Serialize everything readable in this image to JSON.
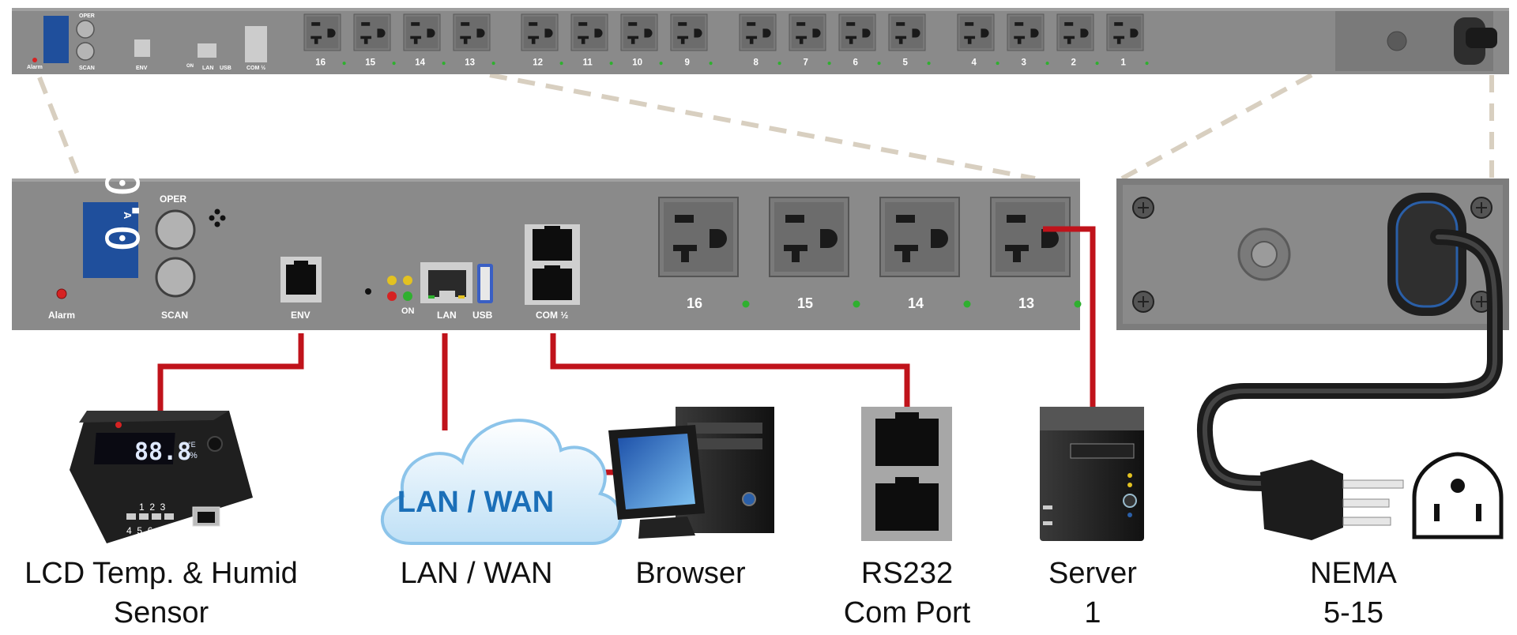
{
  "top_panel": {
    "labels": {
      "oper": "OPER",
      "scan": "SCAN",
      "alarm": "Alarm",
      "env": "ENV",
      "on": "ON",
      "lan": "LAN",
      "usb": "USB",
      "com": "COM ½"
    },
    "outlet_numbers": [
      "16",
      "15",
      "14",
      "13",
      "12",
      "11",
      "10",
      "9",
      "8",
      "7",
      "6",
      "5",
      "4",
      "3",
      "2",
      "1"
    ]
  },
  "front_panel": {
    "display_value": "0.0",
    "display_unit": "A",
    "oper_label": "OPER",
    "scan_label": "SCAN",
    "alarm_label": "Alarm",
    "env_label": "ENV",
    "on_label": "ON",
    "lan_label": "LAN",
    "usb_label": "USB",
    "com_label": "COM ½",
    "outlets": [
      "16",
      "15",
      "14",
      "13"
    ]
  },
  "devices": {
    "sensor": {
      "display": "88.8",
      "unit_e": "°E",
      "unit_pct": "%",
      "port_numbers_top": "1  2  3",
      "port_numbers_bottom": "4  5  6",
      "label_line1": "LCD Temp. & Humid",
      "label_line2": "Sensor"
    },
    "cloud": {
      "text": "LAN / WAN",
      "label": "LAN / WAN"
    },
    "browser": {
      "label": "Browser"
    },
    "rs232": {
      "label_line1": "RS232",
      "label_line2": "Com Port"
    },
    "server": {
      "label_line1": "Server",
      "label_line2": "1"
    },
    "nema": {
      "label_line1": "NEMA",
      "label_line2": "5-15"
    }
  },
  "colors": {
    "panel": "#8a8a8a",
    "panel_dark": "#6e6e6e",
    "cable": "#c0131b",
    "dash": "#d8cfc0",
    "display_bg": "#1f4f9c",
    "cloud_text": "#1b6fb8"
  }
}
